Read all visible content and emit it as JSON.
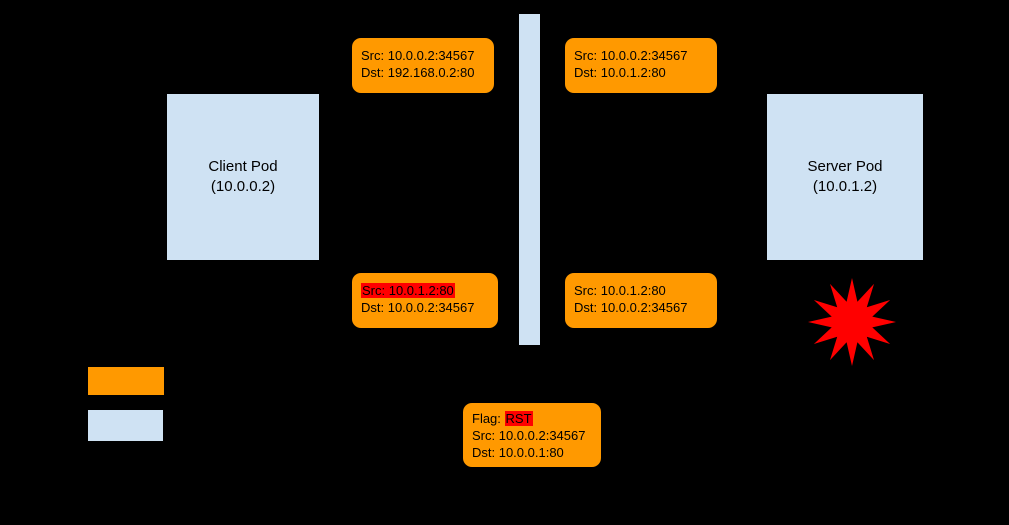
{
  "colors": {
    "background": "#000000",
    "pod_fill": "#cfe2f3",
    "packet_fill": "#ff9900",
    "highlight_fill": "#ff0000",
    "explosion_fill": "#ff0000",
    "text": "#000000"
  },
  "pods": {
    "client": {
      "name": "Client Pod",
      "ip": "(10.0.0.2)"
    },
    "server": {
      "name": "Server Pod",
      "ip": "(10.0.1.2)"
    }
  },
  "packets": {
    "client_to_service": {
      "src": "Src: 10.0.0.2:34567",
      "dst": "Dst: 192.168.0.2:80"
    },
    "post_dnat": {
      "src": "Src: 10.0.0.2:34567",
      "dst": "Dst: 10.0.1.2:80"
    },
    "reply_unrewritten": {
      "src": "Src: 10.0.1.2:80",
      "dst": "Dst: 10.0.0.2:34567"
    },
    "reply_from_server": {
      "src": "Src: 10.0.1.2:80",
      "dst": "Dst: 10.0.0.2:34567"
    },
    "rst_packet": {
      "flag_label": "Flag: ",
      "flag_value": "RST",
      "src": "Src: 10.0.0.2:34567",
      "dst": "Dst: 10.0.0.1:80"
    }
  },
  "icons": {
    "explosion": "explosion-burst",
    "node_boundary": "vertical-divider-bar"
  }
}
